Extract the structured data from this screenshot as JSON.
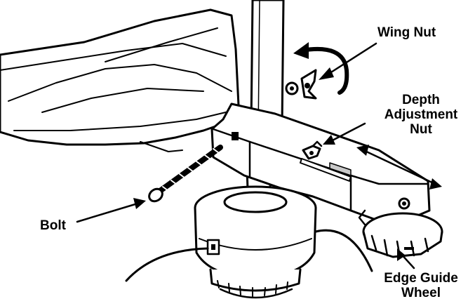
{
  "labels": {
    "wing_nut": "Wing Nut",
    "depth_adjustment_nut": [
      "Depth",
      "Adjustment",
      "Nut"
    ],
    "bolt": "Bolt",
    "edge_guide_wheel": [
      "Edge Guide",
      "Wheel"
    ]
  },
  "colors": {
    "line": "#000000",
    "fill": "#ffffff",
    "shade": "#c9c9c9"
  }
}
